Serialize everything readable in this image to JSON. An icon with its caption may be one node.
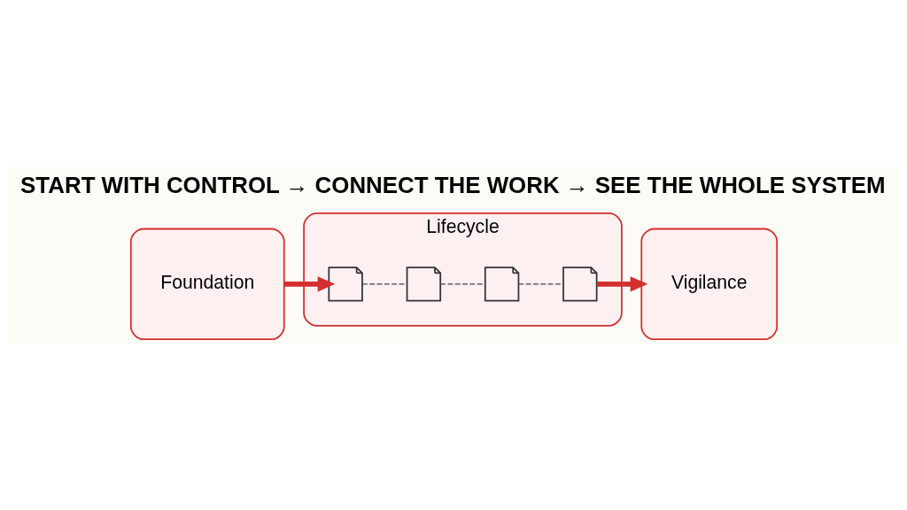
{
  "diagram": {
    "title": "START WITH CONTROL → CONNECT THE WORK → SEE THE WHOLE SYSTEM",
    "nodes": [
      {
        "text": [
          "Foundation"
        ]
      },
      {
        "text": [
          "Lifecycle"
        ]
      },
      {
        "text": [],
        "shape": "picture",
        "in": 1
      },
      {
        "text": [],
        "shape": "picture",
        "in": 1
      },
      {
        "text": [],
        "shape": "picture",
        "in": 1
      },
      {
        "text": [],
        "shape": "picture",
        "in": 1
      },
      {
        "text": [
          "Vigilance"
        ]
      }
    ],
    "edges": [
      {
        "from": 0,
        "to": 2,
        "arrow": "to",
        "style": "thick",
        "color": "#d32f2f"
      },
      {
        "from": 2,
        "to": 3,
        "arrow": "none",
        "style": "dashed"
      },
      {
        "from": 3,
        "to": 4,
        "arrow": "none",
        "style": "dashed"
      },
      {
        "from": 4,
        "to": 5,
        "arrow": "none",
        "style": "dashed"
      },
      {
        "from": 5,
        "to": 6,
        "arrow": "to",
        "style": "thick",
        "color": "#d32f2f"
      }
    ]
  }
}
